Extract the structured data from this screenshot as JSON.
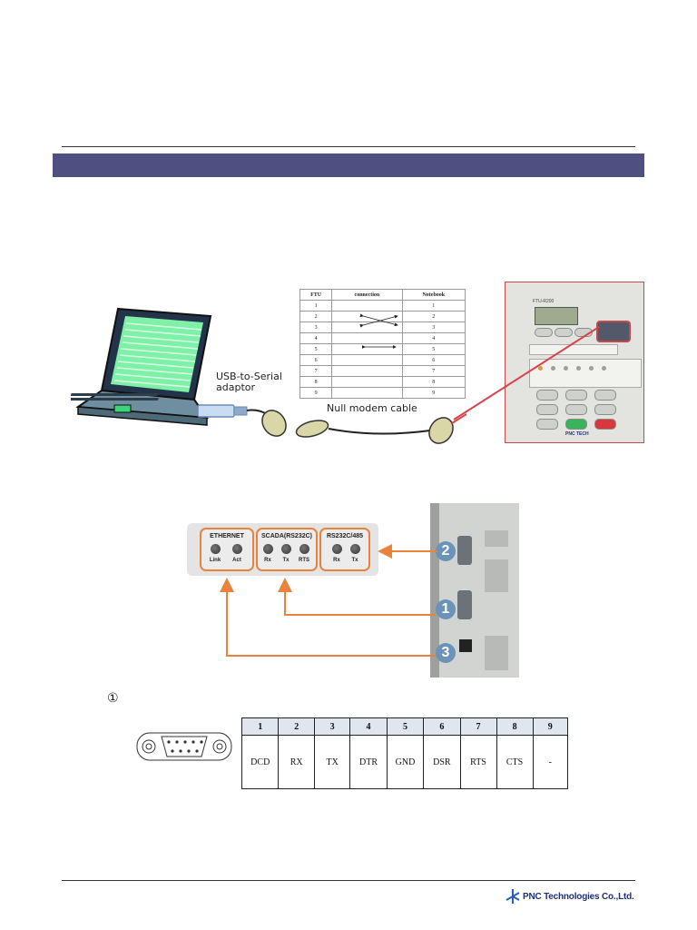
{
  "modem_table": {
    "headers": [
      "FTU",
      "connection",
      "Notebook"
    ],
    "rows": [
      [
        "1",
        "1"
      ],
      [
        "2",
        "2"
      ],
      [
        "3",
        "3"
      ],
      [
        "4",
        "4"
      ],
      [
        "5",
        "5"
      ],
      [
        "6",
        "6"
      ],
      [
        "7",
        "7"
      ],
      [
        "8",
        "8"
      ],
      [
        "9",
        "9"
      ]
    ]
  },
  "labels": {
    "usb_adaptor": "USB-to-Serial\nadaptor",
    "null_modem": "Null modem cable"
  },
  "ftu_panel": {
    "model": "FTU-R200",
    "logo": "PNC TECH"
  },
  "indicator_panel": {
    "ethernet": {
      "title": "ETHERNET",
      "leds": [
        "Link",
        "Act"
      ]
    },
    "scada": {
      "title": "SCADA(RS232C)",
      "leds": [
        "Rx",
        "Tx",
        "RTS"
      ]
    },
    "rs232": {
      "title": "RS232C/485",
      "leds": [
        "Rx",
        "Tx"
      ]
    }
  },
  "rack_badges": [
    "2",
    "1",
    "3"
  ],
  "section_marker": "①",
  "pin_table": {
    "pins": [
      "1",
      "2",
      "3",
      "4",
      "5",
      "6",
      "7",
      "8",
      "9"
    ],
    "signals": [
      "DCD",
      "RX",
      "TX",
      "DTR",
      "GND",
      "DSR",
      "RTS",
      "CTS",
      "-"
    ]
  },
  "footer": {
    "company": "PNC Technologies Co.,Ltd."
  },
  "colors": {
    "section_bar": "#4f4f82",
    "highlight": "#e8823c",
    "badge": "#6b93b8",
    "arrow": "#d9424a"
  }
}
